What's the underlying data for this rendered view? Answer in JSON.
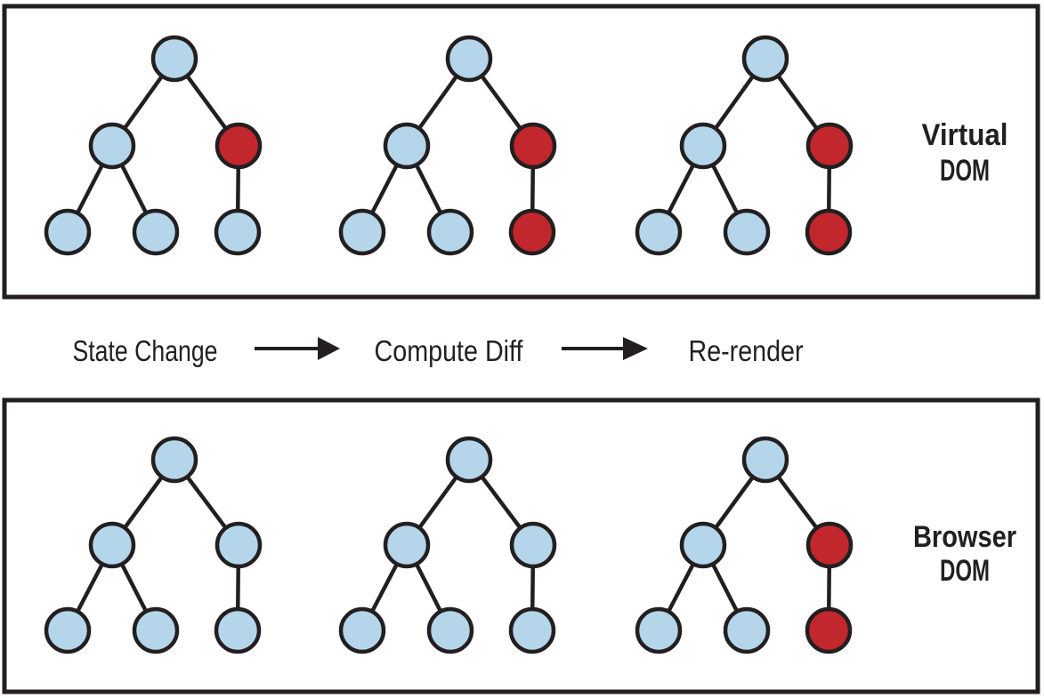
{
  "colors": {
    "node_blue": "#b5d6ea",
    "node_red": "#c1272d",
    "outline": "#231f20"
  },
  "virtual_dom_box": {
    "label_line1": "Virtual",
    "label_line2": "DOM",
    "trees": [
      {
        "name": "virtual-tree-1",
        "nodes": [
          "blue",
          "blue",
          "red",
          "blue",
          "blue",
          "blue"
        ]
      },
      {
        "name": "virtual-tree-2",
        "nodes": [
          "blue",
          "blue",
          "red",
          "blue",
          "blue",
          "red"
        ]
      },
      {
        "name": "virtual-tree-3",
        "nodes": [
          "blue",
          "blue",
          "red",
          "blue",
          "blue",
          "red"
        ]
      }
    ]
  },
  "process_flow": {
    "steps": [
      "State Change",
      "Compute Diff",
      "Re-render"
    ],
    "connector_icon": "arrow-right"
  },
  "browser_dom_box": {
    "label_line1": "Browser",
    "label_line2": "DOM",
    "trees": [
      {
        "name": "browser-tree-1",
        "nodes": [
          "blue",
          "blue",
          "blue",
          "blue",
          "blue",
          "blue"
        ]
      },
      {
        "name": "browser-tree-2",
        "nodes": [
          "blue",
          "blue",
          "blue",
          "blue",
          "blue",
          "blue"
        ]
      },
      {
        "name": "browser-tree-3",
        "nodes": [
          "blue",
          "blue",
          "red",
          "blue",
          "blue",
          "red"
        ]
      }
    ]
  }
}
